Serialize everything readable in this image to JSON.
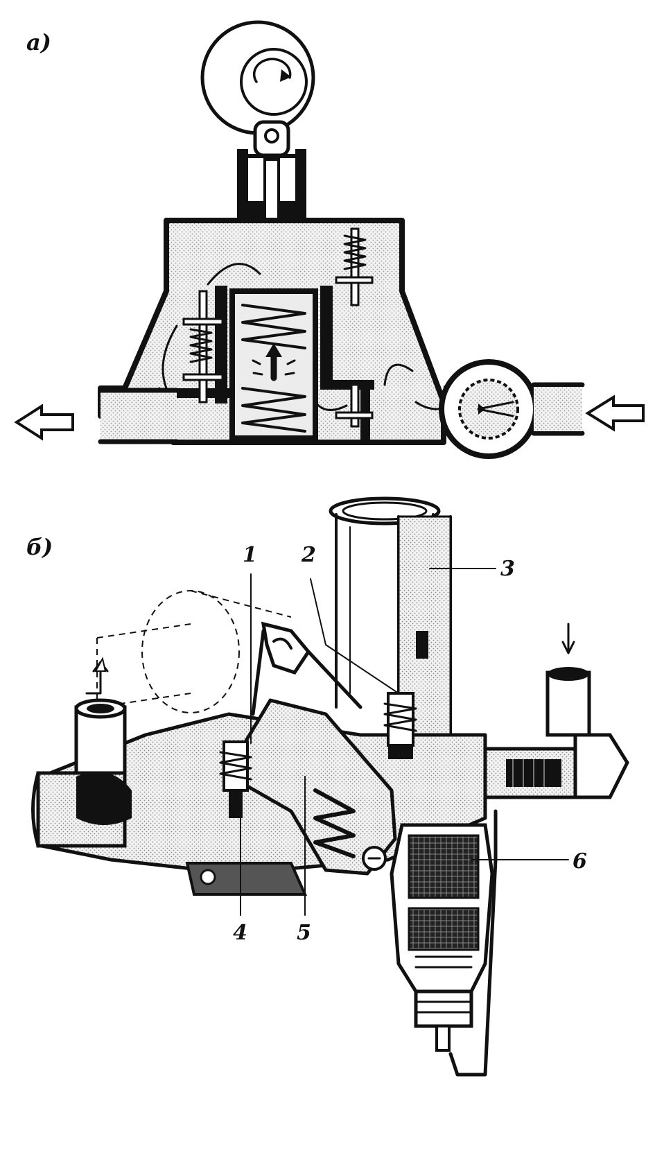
{
  "figure_a": {
    "label": "а)"
  },
  "figure_b": {
    "label": "б)",
    "callouts": [
      {
        "id": "1",
        "text": "1"
      },
      {
        "id": "2",
        "text": "2"
      },
      {
        "id": "3",
        "text": "3"
      },
      {
        "id": "4",
        "text": "4"
      },
      {
        "id": "5",
        "text": "5"
      },
      {
        "id": "6",
        "text": "6"
      }
    ]
  }
}
